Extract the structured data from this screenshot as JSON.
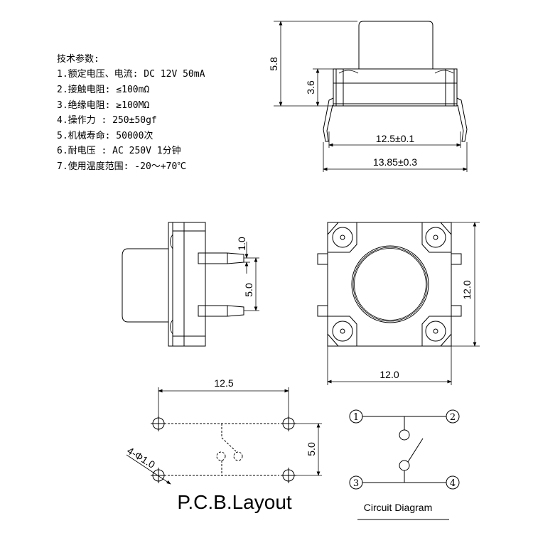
{
  "specs": {
    "title": "技术参数:",
    "items": [
      "1.额定电压、电流: DC 12V 50mA",
      "2.接触电阻: ≤100mΩ",
      "3.绝缘电阻: ≥100MΩ",
      "4.操作力  : 250±50gf",
      "5.机械寿命: 50000次",
      "6.耐电压  : AC 250V 1分钟",
      "7.使用温度范围: -20～+70℃"
    ]
  },
  "front_view": {
    "dim_total_height": "5.8",
    "dim_body_height": "3.6",
    "dim_pin_pitch": "12.5±0.1",
    "dim_overall_width": "13.85±0.3"
  },
  "side_view": {
    "dim_pin_width": "1.0",
    "dim_pin_spacing": "5.0"
  },
  "top_view": {
    "dim_height": "12.0",
    "dim_width": "12.0"
  },
  "pcb_layout": {
    "dim_horizontal": "12.5",
    "dim_vertical": "5.0",
    "hole_note": "4-Φ1.0",
    "title": "P.C.B.Layout"
  },
  "circuit": {
    "pins": [
      "1",
      "2",
      "3",
      "4"
    ],
    "title": "Circuit Diagram"
  }
}
